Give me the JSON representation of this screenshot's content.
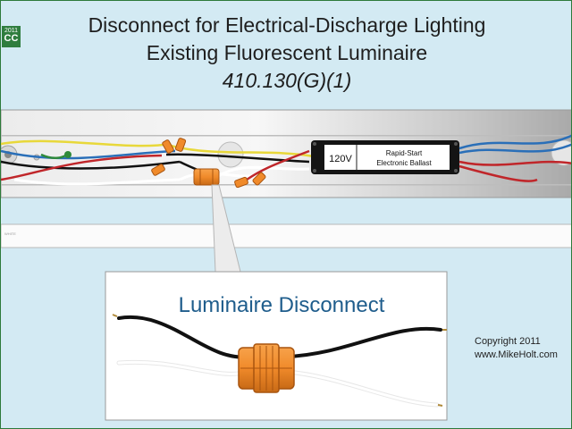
{
  "badge": {
    "year": "2011",
    "code": "CC"
  },
  "title": {
    "line1": "Disconnect for Electrical-Discharge Lighting",
    "line2": "Existing Fluorescent Luminaire",
    "line3": "410.130(G)(1)"
  },
  "ballast": {
    "voltage": "120V",
    "line1": "Rapid-Start",
    "line2": "Electronic Ballast"
  },
  "inset": {
    "label": "Luminaire Disconnect"
  },
  "copyright": {
    "line1": "Copyright 2011",
    "line2": "www.MikeHolt.com"
  },
  "colors": {
    "background": "#d3eaf3",
    "title_text": "#1e1e1e",
    "inset_label": "#1f5d8c",
    "connector": "#f08a2a",
    "wire_black": "#111111",
    "wire_white": "#f4f4f4",
    "wire_red": "#c0262a",
    "wire_blue": "#2a6fb8",
    "wire_yellow": "#e8d83a",
    "wire_green": "#2f8a3a"
  }
}
